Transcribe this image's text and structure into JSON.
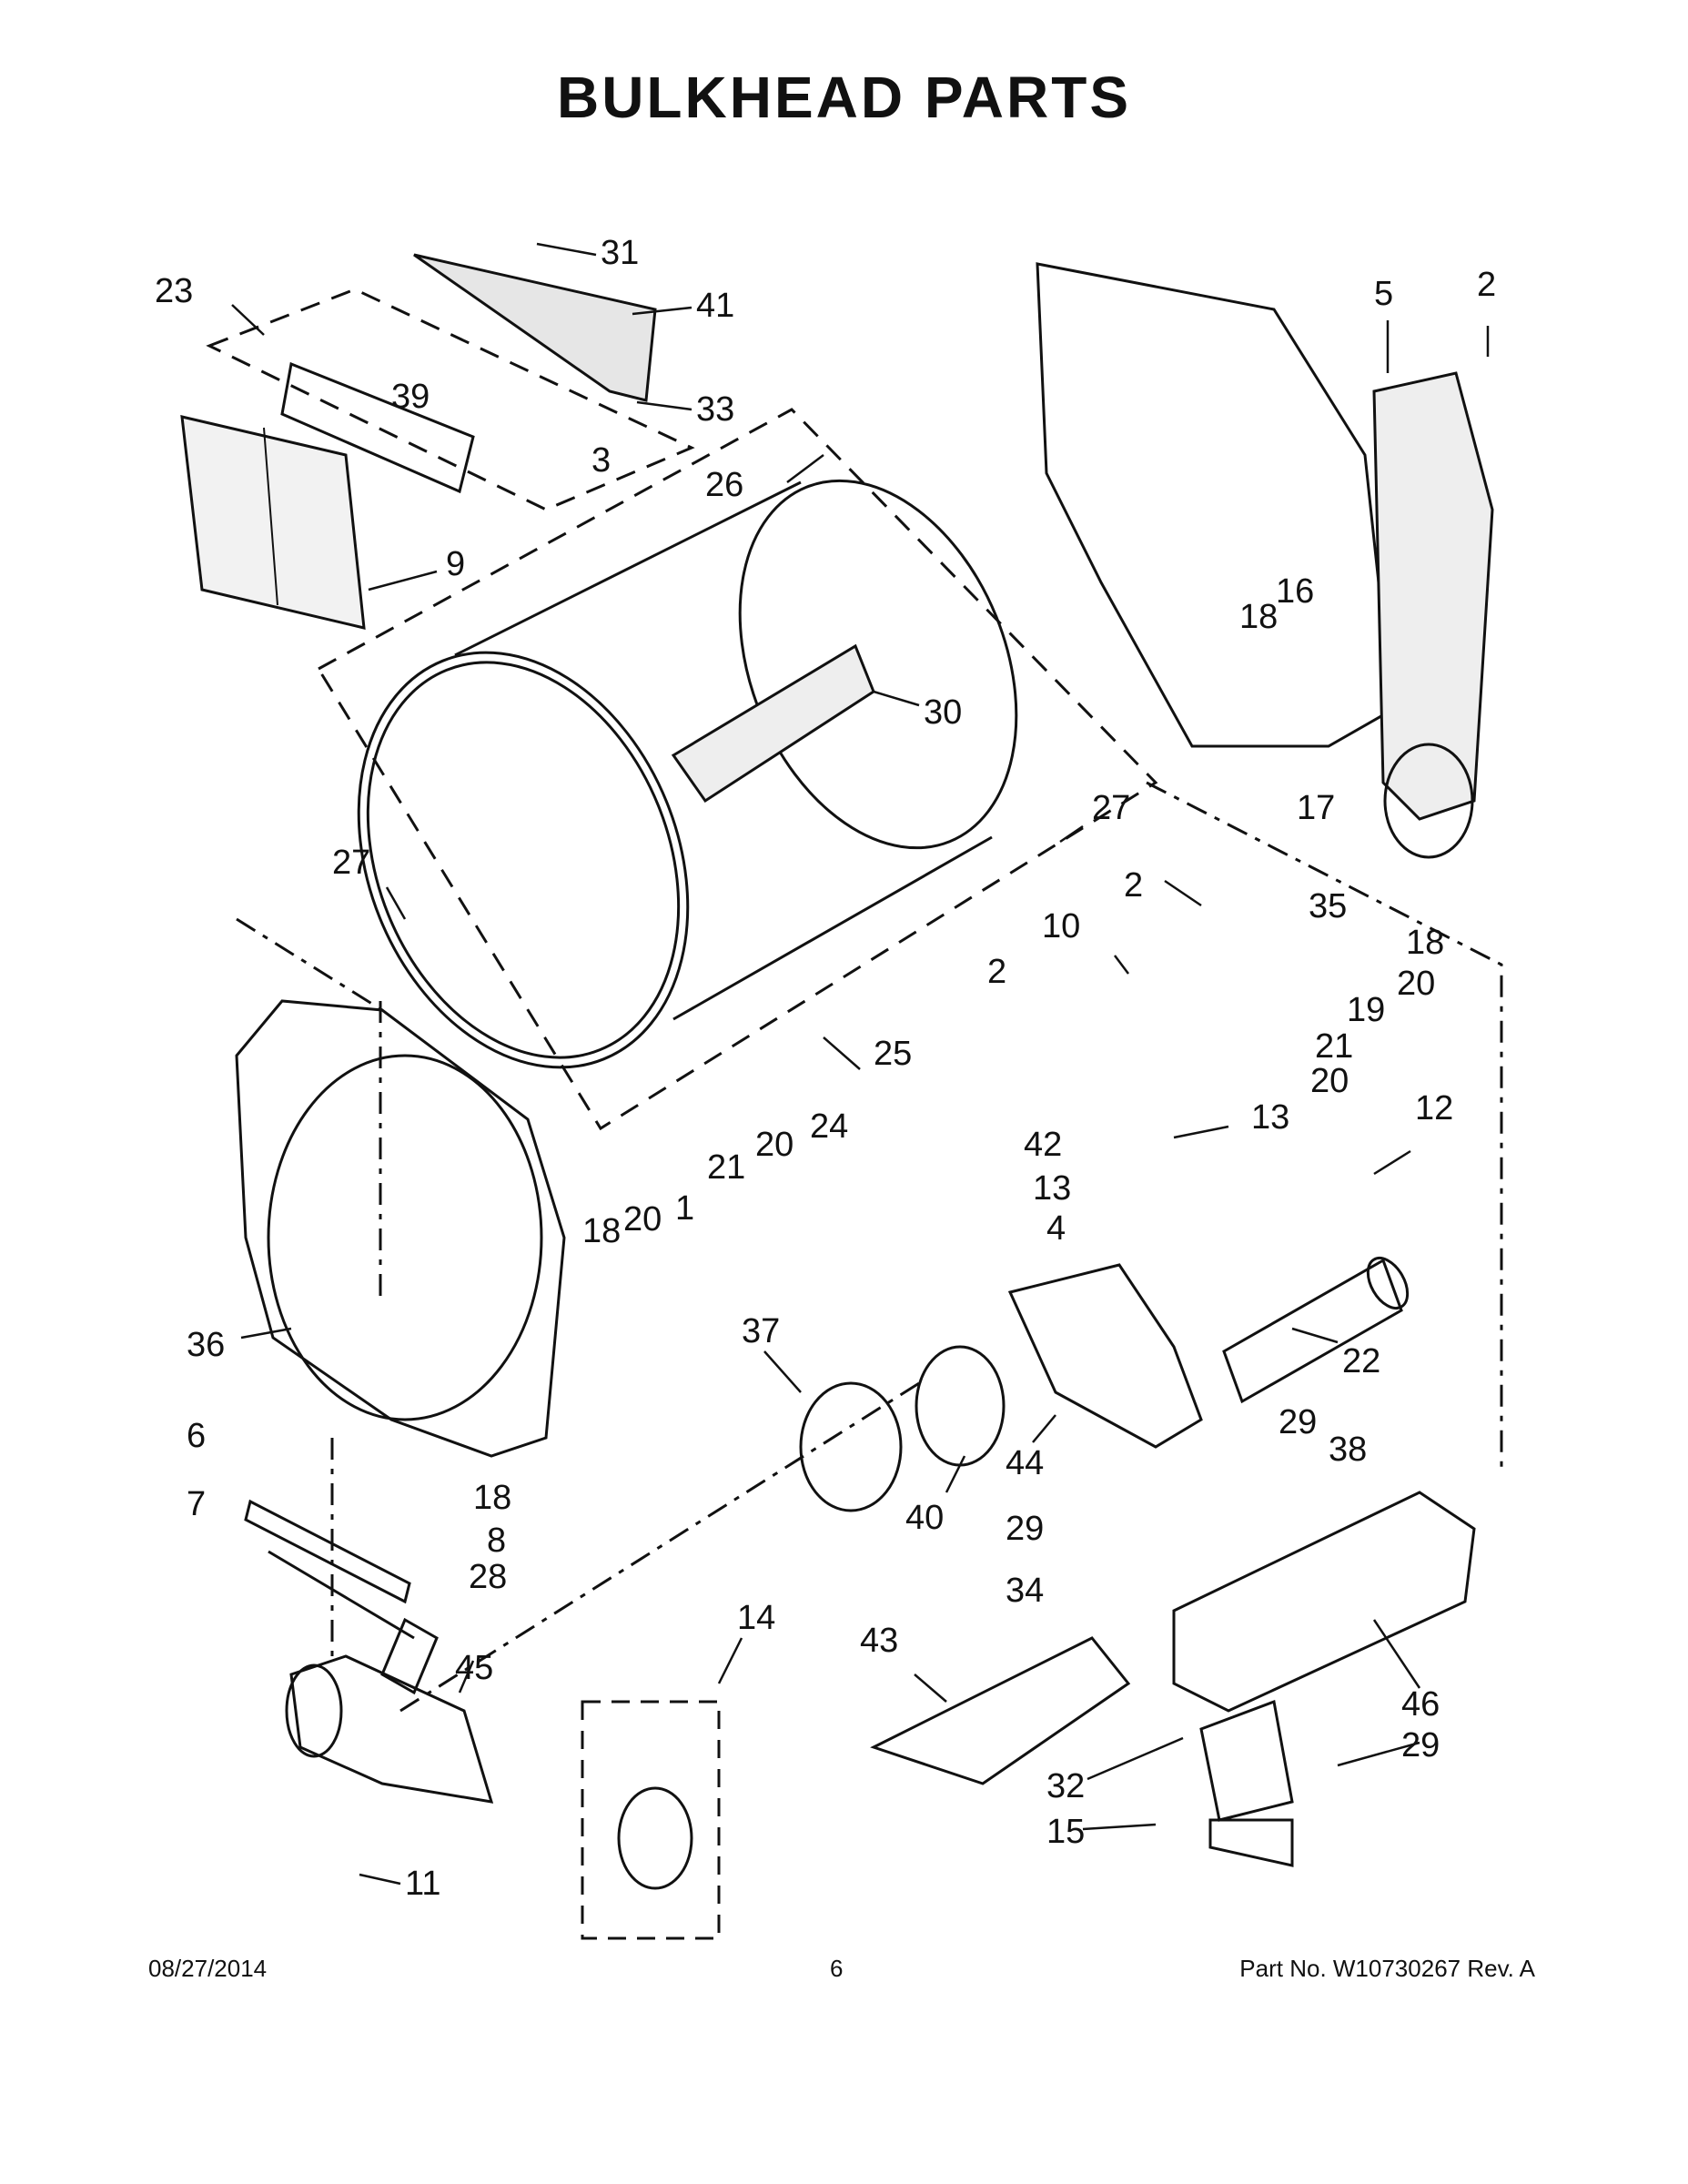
{
  "title": "BULKHEAD PARTS",
  "callouts": [
    "1",
    "2",
    "3",
    "4",
    "5",
    "6",
    "7",
    "8",
    "9",
    "10",
    "11",
    "12",
    "13",
    "14",
    "15",
    "16",
    "17",
    "18",
    "19",
    "20",
    "21",
    "22",
    "23",
    "24",
    "25",
    "26",
    "27",
    "28",
    "29",
    "30",
    "31",
    "32",
    "33",
    "34",
    "35",
    "36",
    "37",
    "38",
    "39",
    "40",
    "41",
    "42",
    "43",
    "44",
    "45",
    "46"
  ],
  "footer": {
    "date": "08/27/2014",
    "page": "6",
    "part_number": "Part No.  W10730267  Rev.  A"
  }
}
